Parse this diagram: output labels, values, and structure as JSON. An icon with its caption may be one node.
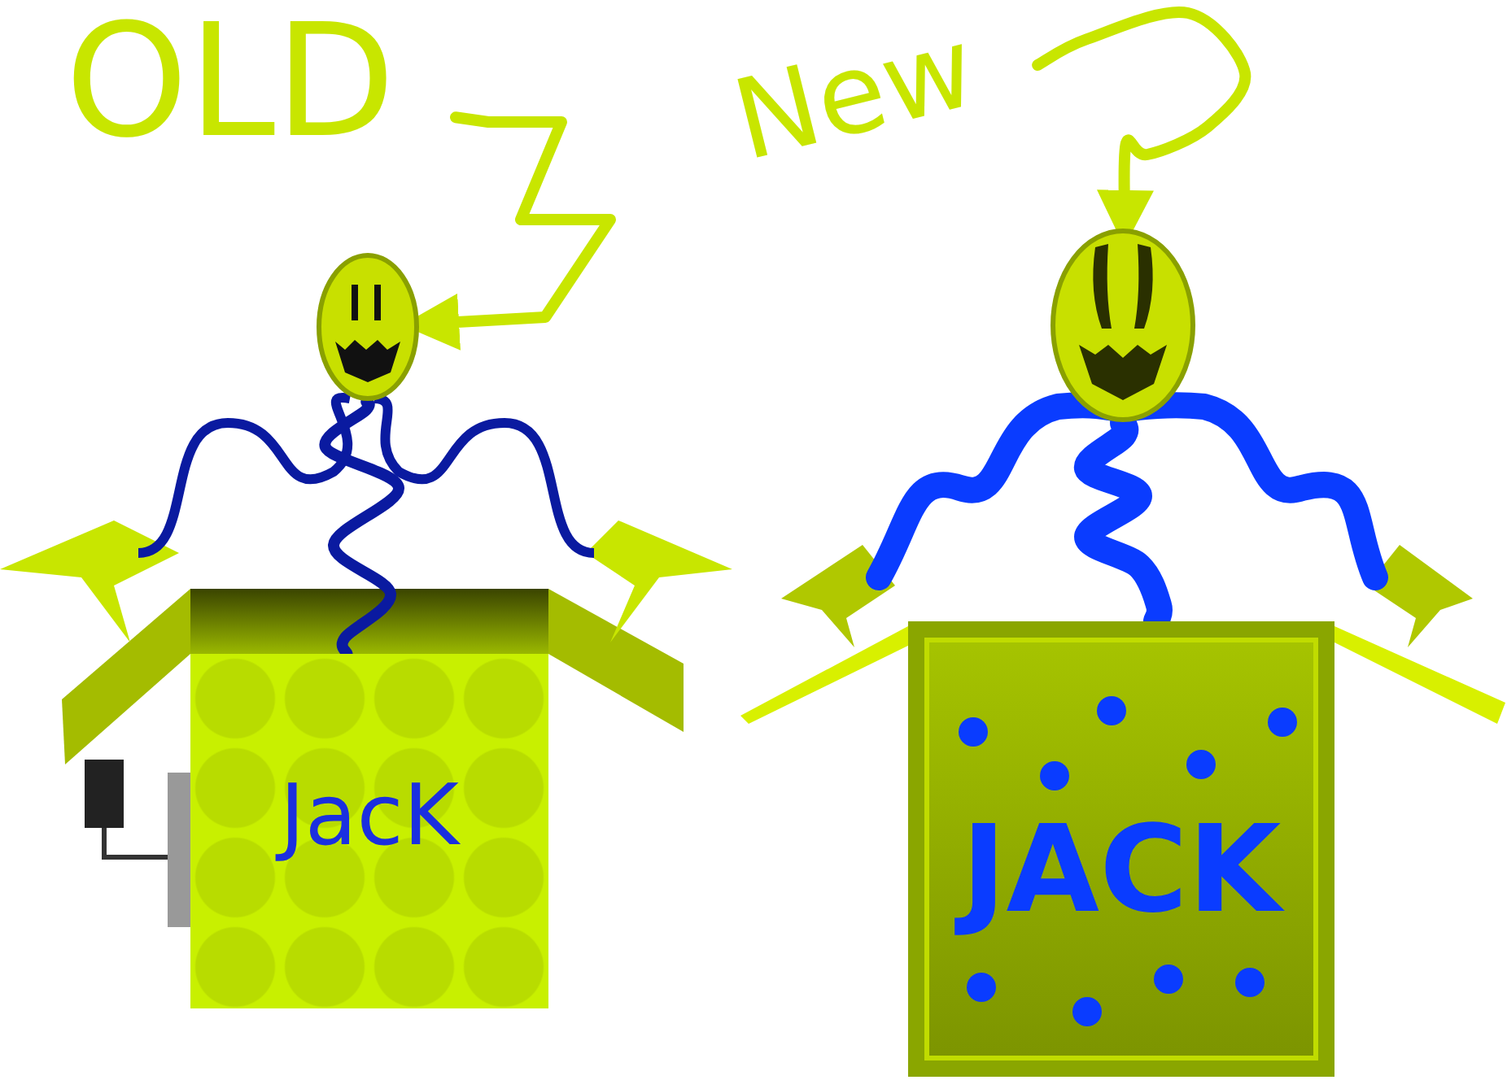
{
  "diagram": {
    "nodes": [
      {
        "text": [
          "OLD"
        ]
      },
      {
        "text": [],
        "shape": "picture"
      },
      {
        "text": [
          "JacK"
        ]
      },
      {
        "text": [
          "New"
        ]
      },
      {
        "text": [],
        "shape": "picture"
      },
      {
        "text": [
          "JACK"
        ]
      }
    ],
    "edges": [
      {
        "from": 0,
        "to": 1,
        "arrow": "to"
      },
      {
        "from": 1,
        "to": 2,
        "arrow": "none",
        "color": "#0a1aa0"
      },
      {
        "from": 3,
        "to": 4,
        "arrow": "to"
      },
      {
        "from": 4,
        "to": 5,
        "arrow": "none",
        "style": "thick",
        "color": "#0a3cff"
      }
    ]
  }
}
